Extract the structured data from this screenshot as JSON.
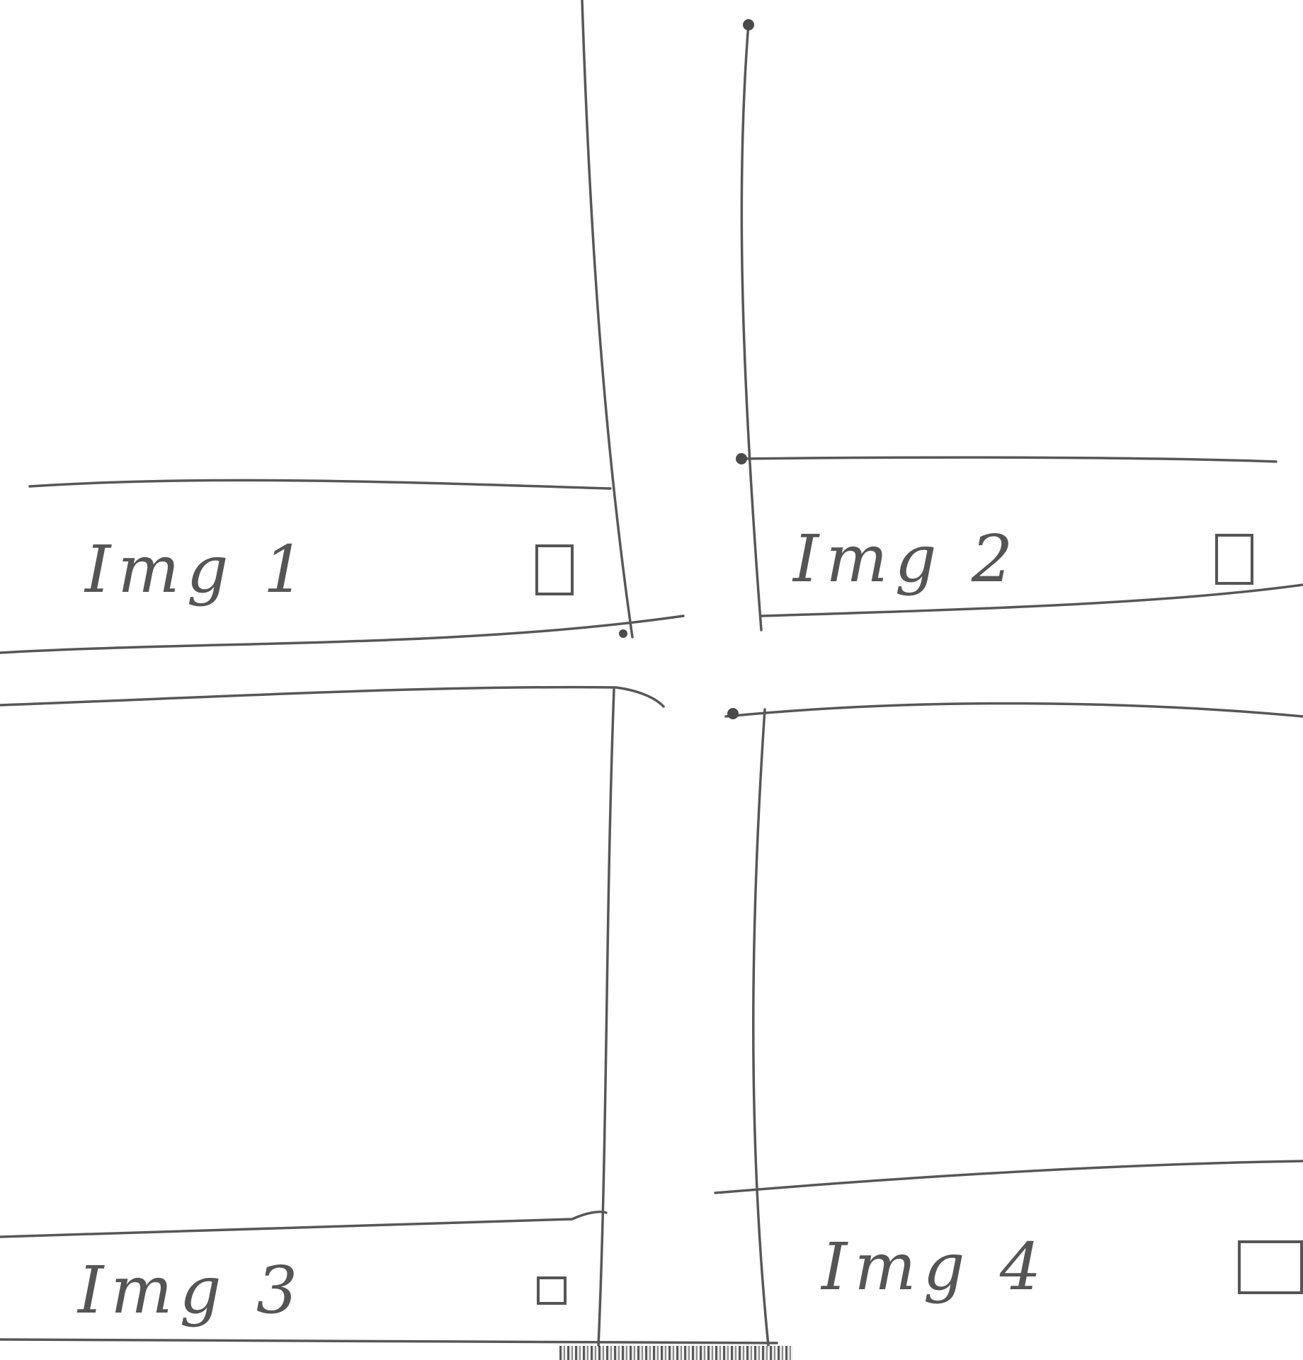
{
  "gallery": {
    "cards": [
      {
        "label": "Img 1"
      },
      {
        "label": "Img 2"
      },
      {
        "label": "Img 3"
      },
      {
        "label": "Img 4"
      }
    ]
  }
}
